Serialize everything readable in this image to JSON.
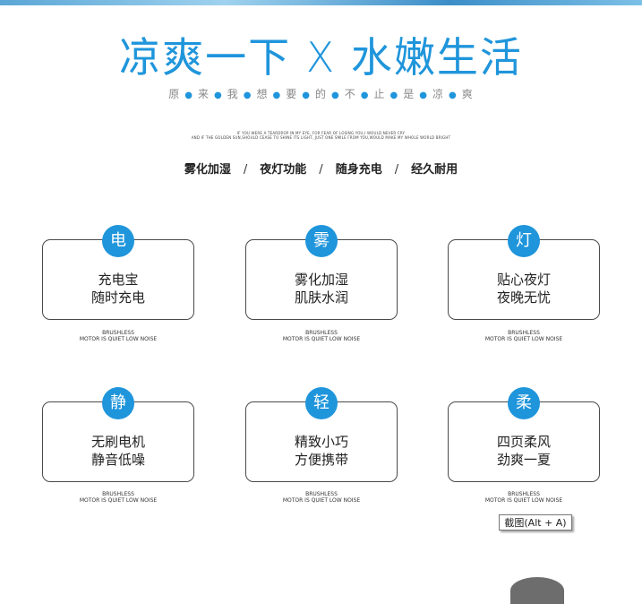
{
  "header": {
    "title": "凉爽一下 X 水嫩生活",
    "subtitle_chars": [
      "原",
      "来",
      "我",
      "想",
      "要",
      "的",
      "不",
      "止",
      "是",
      "凉",
      "爽"
    ],
    "fine_line_1": "IF YOU WERE A TEARDROP IN MY EYE, FOR FEAR OF LOSING YOU,I WOULD NEVER CRY",
    "fine_line_2": "AND IF THE GOLDEN SUN,SHOULD CEASE TO SHINE ITS LIGHT, JUST ONE SMILE FROM YOU,WOULD MAKE MY WHOLE WORLD BRIGHT"
  },
  "features": {
    "items": [
      "雾化加湿",
      "夜灯功能",
      "随身充电",
      "经久耐用"
    ],
    "separator": "/"
  },
  "cards": [
    {
      "badge": "电",
      "line1": "充电宝",
      "line2": "随时充电",
      "caption1": "BRUSHLESS",
      "caption2": "MOTOR IS QUIET LOW NOISE"
    },
    {
      "badge": "雾",
      "line1": "雾化加湿",
      "line2": "肌肤水润",
      "caption1": "BRUSHLESS",
      "caption2": "MOTOR IS QUIET LOW NOISE"
    },
    {
      "badge": "灯",
      "line1": "贴心夜灯",
      "line2": "夜晚无忧",
      "caption1": "BRUSHLESS",
      "caption2": "MOTOR IS QUIET LOW NOISE"
    },
    {
      "badge": "静",
      "line1": "无刷电机",
      "line2": "静音低噪",
      "caption1": "BRUSHLESS",
      "caption2": "MOTOR IS QUIET LOW NOISE"
    },
    {
      "badge": "轻",
      "line1": "精致小巧",
      "line2": "方便携带",
      "caption1": "BRUSHLESS",
      "caption2": "MOTOR IS QUIET LOW NOISE"
    },
    {
      "badge": "柔",
      "line1": "四页柔风",
      "line2": "劲爽一夏",
      "caption1": "BRUSHLESS",
      "caption2": "MOTOR IS QUIET LOW NOISE"
    }
  ],
  "tooltip": {
    "text": "截图(Alt + A)"
  },
  "colors": {
    "accent": "#1f95db",
    "border": "#4a4a4a"
  }
}
